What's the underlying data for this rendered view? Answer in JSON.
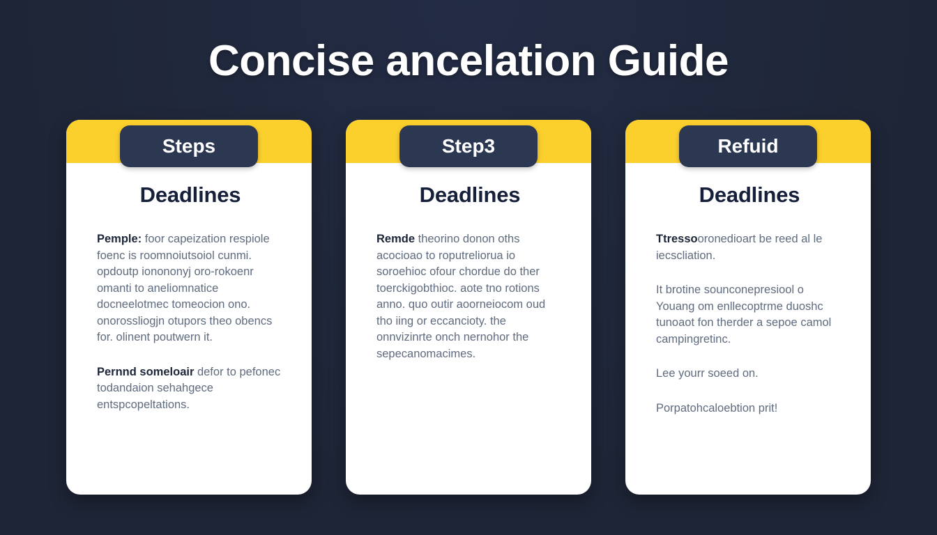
{
  "page": {
    "title": "Concise ancelation Guide",
    "background_color": "#1f2739",
    "accent_color": "#fbcf2c",
    "badge_color": "#2c3752",
    "card_color": "#ffffff"
  },
  "cards": [
    {
      "badge": "Steps",
      "heading": "Deadlines",
      "paragraphs": [
        {
          "lead": "Pemple:",
          "text": " foor capeization respiole foenc is roomnoiutsoiol cunmi. opdoutp ionononyj oro-rokoenr omanti to aneliomnatice docneelotmec tomeocion ono. onorossliogjn otupors theo obencs for. olinent poutwern it."
        },
        {
          "lead": "Pernnd someloair",
          "text": " defor to pefonec todandaion sehahgece entspcopeltations."
        }
      ]
    },
    {
      "badge": "Step3",
      "heading": "Deadlines",
      "paragraphs": [
        {
          "lead": "Remde",
          "text": " theorino donon oths acocioao to roputreliorua io soroehioc ofour chordue do ther toerckigobthioc. aote tno rotions anno. quo outir aoorneiocom oud tho iing or eccancioty. the onnvizinrte onch nernohor the sepecanomacimes."
        }
      ]
    },
    {
      "badge": "Refuid",
      "heading": "Deadlines",
      "paragraphs": [
        {
          "lead": "Ttresso",
          "text": "oronedioart be reed al le iecscliation."
        },
        {
          "lead": "",
          "text": "It  brotine sounconepresiool o Youang om enllecoptrme duoshc tunoaot fon therder a sepoe camol campingretinc."
        },
        {
          "lead": "",
          "text": "Lee yourr soeed on."
        },
        {
          "lead": "",
          "text": "Porpatohcaloebtion prit!"
        }
      ]
    }
  ]
}
